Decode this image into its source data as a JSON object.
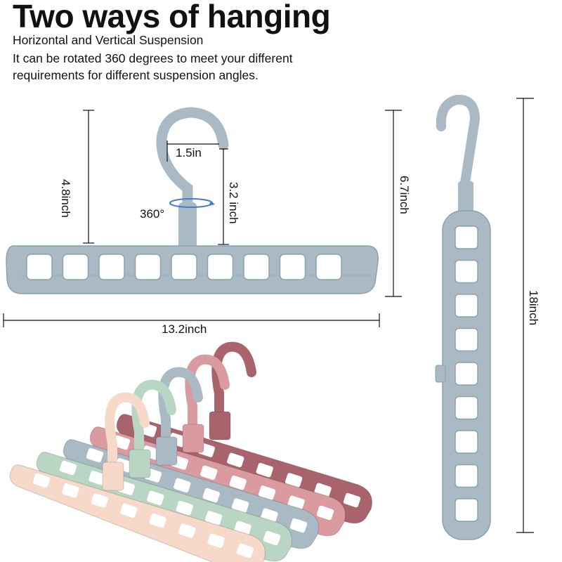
{
  "title": "Two ways of hanging",
  "subtitle_lines": [
    "Horizontal and Vertical Suspension",
    "It can be rotated 360 degrees to meet your different",
    "requirements for different suspension angles."
  ],
  "dimensions": {
    "hook_width": "1.5in",
    "hook_height": "3.2 inch",
    "hanger_height": "4.8inch",
    "hanger_length": "13.2inch",
    "total_height_horizontal": "6.7inch",
    "vertical_length": "18inch",
    "rotation": "360°"
  },
  "hole_count": 9,
  "colors": {
    "blue_gray": "#a9bac4",
    "blue_gray_dark": "#8ea1ad",
    "pink": "#d99aa0",
    "maroon": "#a8636c",
    "mint": "#b9d6c5",
    "cream": "#f6d9c8",
    "rotation_arrow": "#3f7fd0"
  },
  "variants": [
    "maroon",
    "pink",
    "blue-gray",
    "mint",
    "cream"
  ]
}
